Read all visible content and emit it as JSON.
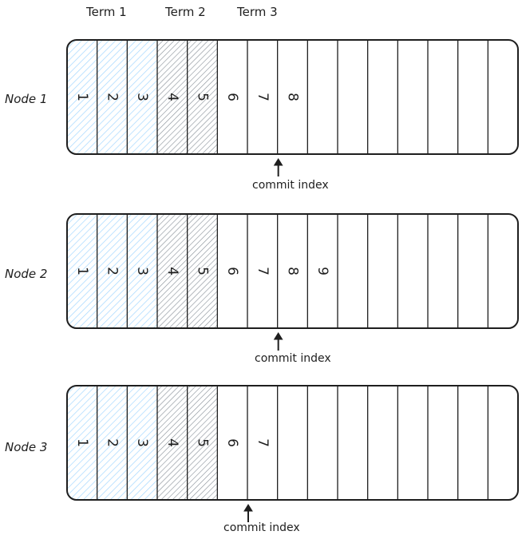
{
  "terms": [
    {
      "label": "Term 1",
      "color": "#a5d8ff"
    },
    {
      "label": "Term 2",
      "color": "#868e96"
    },
    {
      "label": "Term 3",
      "color": "#ffffff"
    }
  ],
  "total_slots": 15,
  "nodes": [
    {
      "label": "Node 1",
      "entries": [
        "1",
        "2",
        "3",
        "4",
        "5",
        "6",
        "7",
        "8"
      ],
      "entry_terms": [
        1,
        1,
        1,
        2,
        2,
        3,
        3,
        3
      ],
      "commit_index": 8,
      "commit_label": "commit index"
    },
    {
      "label": "Node 2",
      "entries": [
        "1",
        "2",
        "3",
        "4",
        "5",
        "6",
        "7",
        "8",
        "9"
      ],
      "entry_terms": [
        1,
        1,
        1,
        2,
        2,
        3,
        3,
        3,
        3
      ],
      "commit_index": 8,
      "commit_label": "commit index"
    },
    {
      "label": "Node 3",
      "entries": [
        "1",
        "2",
        "3",
        "4",
        "5",
        "6",
        "7"
      ],
      "entry_terms": [
        1,
        1,
        1,
        2,
        2,
        3,
        3
      ],
      "commit_index": 7,
      "commit_label": "commit index"
    }
  ],
  "colors": {
    "stroke": "#1e1e1e",
    "term1_fill": "#a5d8ff",
    "term2_fill": "#868e96"
  }
}
